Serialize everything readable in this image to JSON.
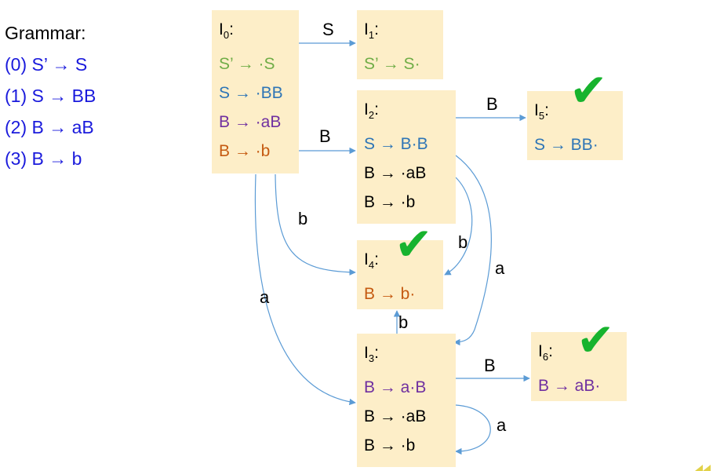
{
  "colors": {
    "box_fill": "#fdeec8",
    "edge": "#5b9bd5",
    "check": "#17b32e",
    "grammar_rule": "#1a1adc",
    "green": "#70ad47",
    "blue": "#2e75b6",
    "purple": "#7030a0",
    "orange": "#c55a11",
    "black": "#000000"
  },
  "grammar": {
    "title": "Grammar:",
    "rules": [
      "(0) S’ → S",
      "(1) S → BB",
      "(2) B → aB",
      "(3) B → b"
    ]
  },
  "states": [
    {
      "id": "I0",
      "label": "I",
      "sub": "0",
      "suffix": ":",
      "accept": false,
      "items": [
        {
          "text": "S’ → ·S",
          "color": "green"
        },
        {
          "text": "S → ·BB",
          "color": "blue"
        },
        {
          "text": "B → ·aB",
          "color": "purple"
        },
        {
          "text": "B → ·b",
          "color": "orange"
        }
      ]
    },
    {
      "id": "I1",
      "label": "I",
      "sub": "1",
      "suffix": ":",
      "accept": false,
      "items": [
        {
          "text": "S’ → S·",
          "color": "green"
        }
      ]
    },
    {
      "id": "I2",
      "label": "I",
      "sub": "2",
      "suffix": ":",
      "accept": false,
      "items": [
        {
          "text": "S → B·B",
          "color": "blue"
        },
        {
          "text": "B → ·aB",
          "color": "black"
        },
        {
          "text": "B → ·b",
          "color": "black"
        }
      ]
    },
    {
      "id": "I3",
      "label": "I",
      "sub": "3",
      "suffix": ":",
      "accept": false,
      "items": [
        {
          "text": "B → a·B",
          "color": "purple"
        },
        {
          "text": "B → ·aB",
          "color": "black"
        },
        {
          "text": "B → ·b",
          "color": "black"
        }
      ]
    },
    {
      "id": "I4",
      "label": "I",
      "sub": "4",
      "suffix": ":",
      "accept": true,
      "items": [
        {
          "text": "B → b·",
          "color": "orange"
        }
      ]
    },
    {
      "id": "I5",
      "label": "I",
      "sub": "5",
      "suffix": ":",
      "accept": true,
      "items": [
        {
          "text": "S → BB·",
          "color": "blue"
        }
      ]
    },
    {
      "id": "I6",
      "label": "I",
      "sub": "6",
      "suffix": ":",
      "accept": true,
      "items": [
        {
          "text": "B → aB·",
          "color": "purple"
        }
      ]
    }
  ],
  "edges": [
    {
      "from": "I0",
      "to": "I1",
      "symbol": "S"
    },
    {
      "from": "I0",
      "to": "I2",
      "symbol": "B"
    },
    {
      "from": "I0",
      "to": "I4",
      "symbol": "b"
    },
    {
      "from": "I0",
      "to": "I3",
      "symbol": "a"
    },
    {
      "from": "I2",
      "to": "I5",
      "symbol": "B"
    },
    {
      "from": "I2",
      "to": "I4",
      "symbol": "b"
    },
    {
      "from": "I2",
      "to": "I3",
      "symbol": "a"
    },
    {
      "from": "I3",
      "to": "I4",
      "symbol": "b"
    },
    {
      "from": "I3",
      "to": "I6",
      "symbol": "B"
    },
    {
      "from": "I3",
      "to": "I3",
      "symbol": "a"
    }
  ],
  "check_icon": "check-mark-icon"
}
